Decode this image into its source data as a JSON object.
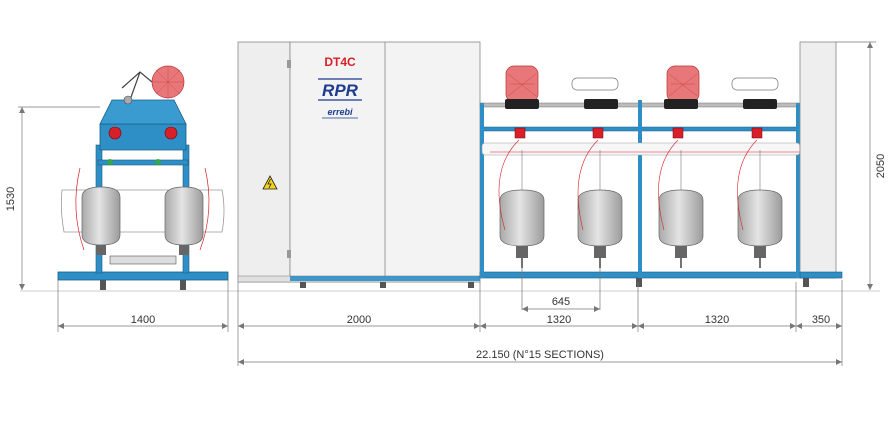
{
  "brand": {
    "model": "DT4C",
    "logo": "RPR",
    "sublogo": "errebi"
  },
  "dimensions": {
    "left_height": "1530",
    "right_height": "2050",
    "creel_width": "1400",
    "head_width": "2000",
    "spindle_pitch": "645",
    "section_a": "1320",
    "section_b": "1320",
    "tail_width": "350",
    "total_length": "22.150 (N°15 SECTIONS)"
  },
  "colors": {
    "frame_blue": "#2e8fc6",
    "panel_grey": "#efefef",
    "package_red": "#e8777a",
    "pot_grey": "#c8c8c8"
  },
  "icons": {
    "warning": "high-voltage-warning-icon"
  }
}
